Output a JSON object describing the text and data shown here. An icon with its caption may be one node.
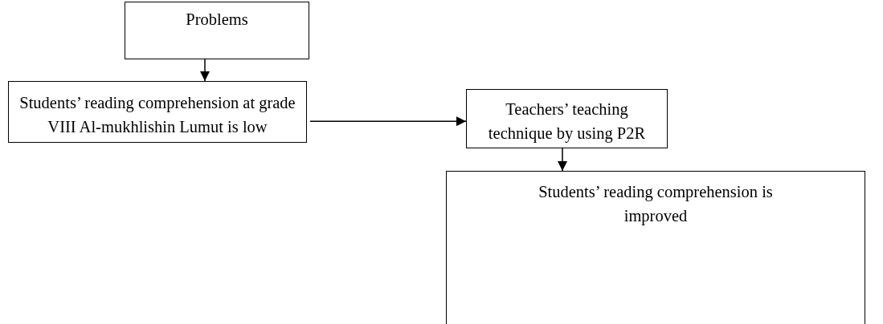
{
  "diagram": {
    "nodes": [
      {
        "text": [
          "Problems"
        ]
      },
      {
        "text": [
          "Students’ reading comprehension at grade VIII Al-mukhlishin Lumut is low"
        ]
      },
      {
        "text": [
          "Teachers’ teaching technique by using P2R"
        ]
      },
      {
        "text": [
          "Students’ reading comprehension is improved"
        ]
      }
    ],
    "edges": [
      {
        "from": 0,
        "to": 1,
        "arrow": "to"
      },
      {
        "from": 1,
        "to": 2,
        "arrow": "to"
      },
      {
        "from": 2,
        "to": 3,
        "arrow": "to"
      }
    ]
  }
}
